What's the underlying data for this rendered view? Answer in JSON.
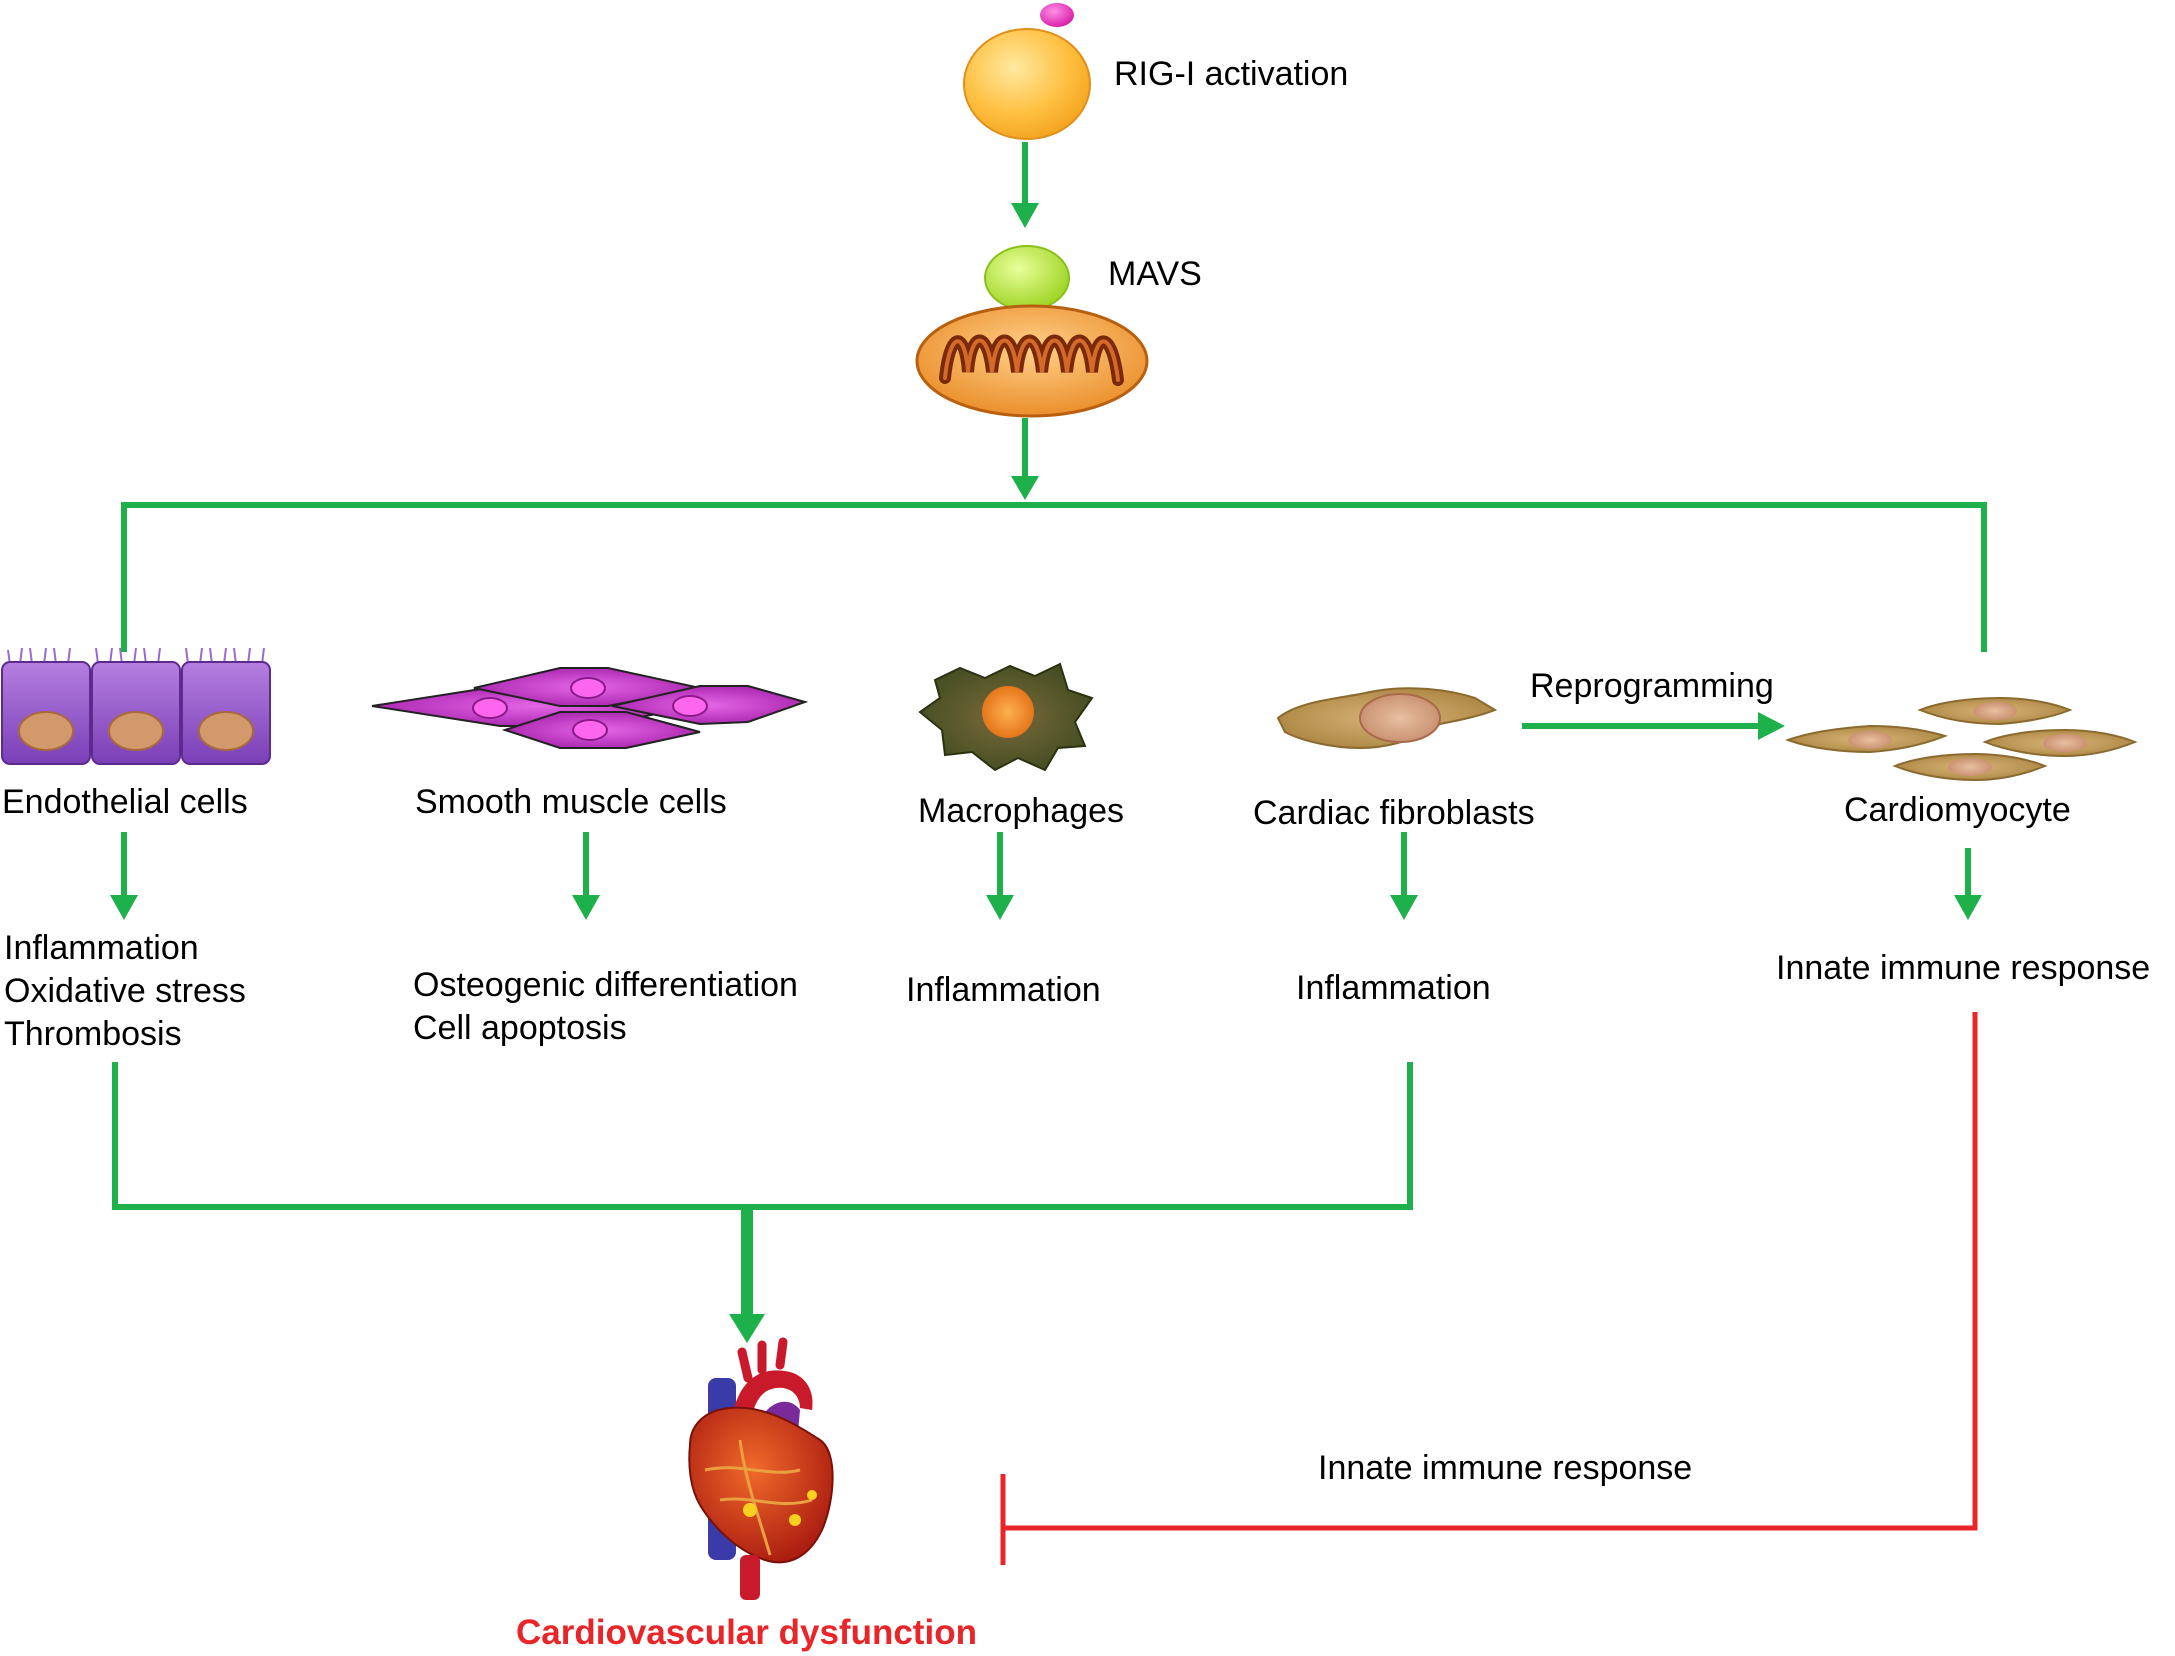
{
  "colors": {
    "activation_arrow": "#1db04b",
    "inhibition_line": "#e8262a",
    "outcome_text": "#e8262a"
  },
  "nodes": {
    "rig_i": "RIG-I activation",
    "mavs": "MAVS",
    "endothelial": "Endothelial  cells",
    "smooth_muscle": "Smooth  muscle  cells",
    "macrophages": "Macrophages",
    "fibroblasts": "Cardiac fibroblasts",
    "cardiomyocyte": "Cardiomyocyte",
    "reprogramming": "Reprogramming"
  },
  "effects": {
    "endothelial": "Inflammation\nOxidative stress\nThrombosis",
    "smooth_muscle": "Osteogenic differentiation\nCell apoptosis",
    "macrophages": "Inflammation",
    "fibroblasts": "Inflammation",
    "cardiomyocyte": "Innate  immune  response",
    "inhibition": "Innate  immune  response"
  },
  "outcome": "Cardiovascular  dysfunction",
  "icons": {
    "rig_i": "rig-i-protein-icon",
    "mavs": "mavs-protein-icon",
    "mitochondrion": "mitochondrion-icon",
    "endothelial": "endothelial-cells-icon",
    "smooth_muscle": "smooth-muscle-cells-icon",
    "macrophage": "macrophage-icon",
    "fibroblast": "cardiac-fibroblast-icon",
    "cardiomyocyte": "cardiomyocytes-icon",
    "heart": "heart-icon"
  }
}
